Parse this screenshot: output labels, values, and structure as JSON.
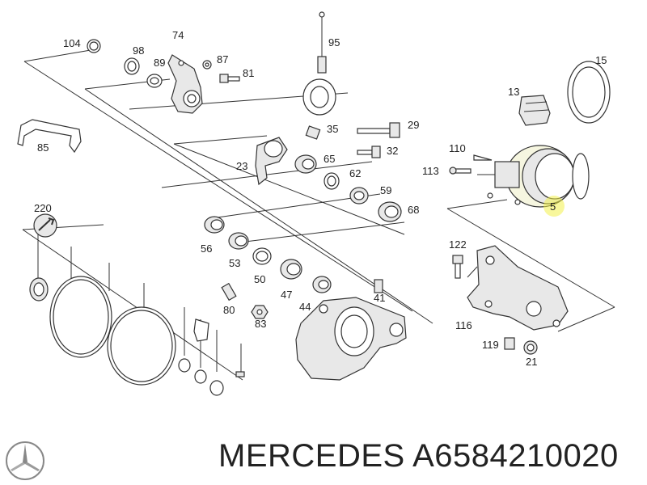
{
  "footer": {
    "title": "MERCEDES A6584210020"
  },
  "callouts": [
    "104",
    "98",
    "89",
    "74",
    "87",
    "81",
    "95",
    "15",
    "13",
    "85",
    "35",
    "29",
    "23",
    "65",
    "32",
    "110",
    "113",
    "62",
    "59",
    "220",
    "68",
    "5",
    "56",
    "53",
    "50",
    "47",
    "44",
    "122",
    "80",
    "41",
    "83",
    "116",
    "119",
    "21"
  ],
  "highlight_color": "#f2f04a"
}
